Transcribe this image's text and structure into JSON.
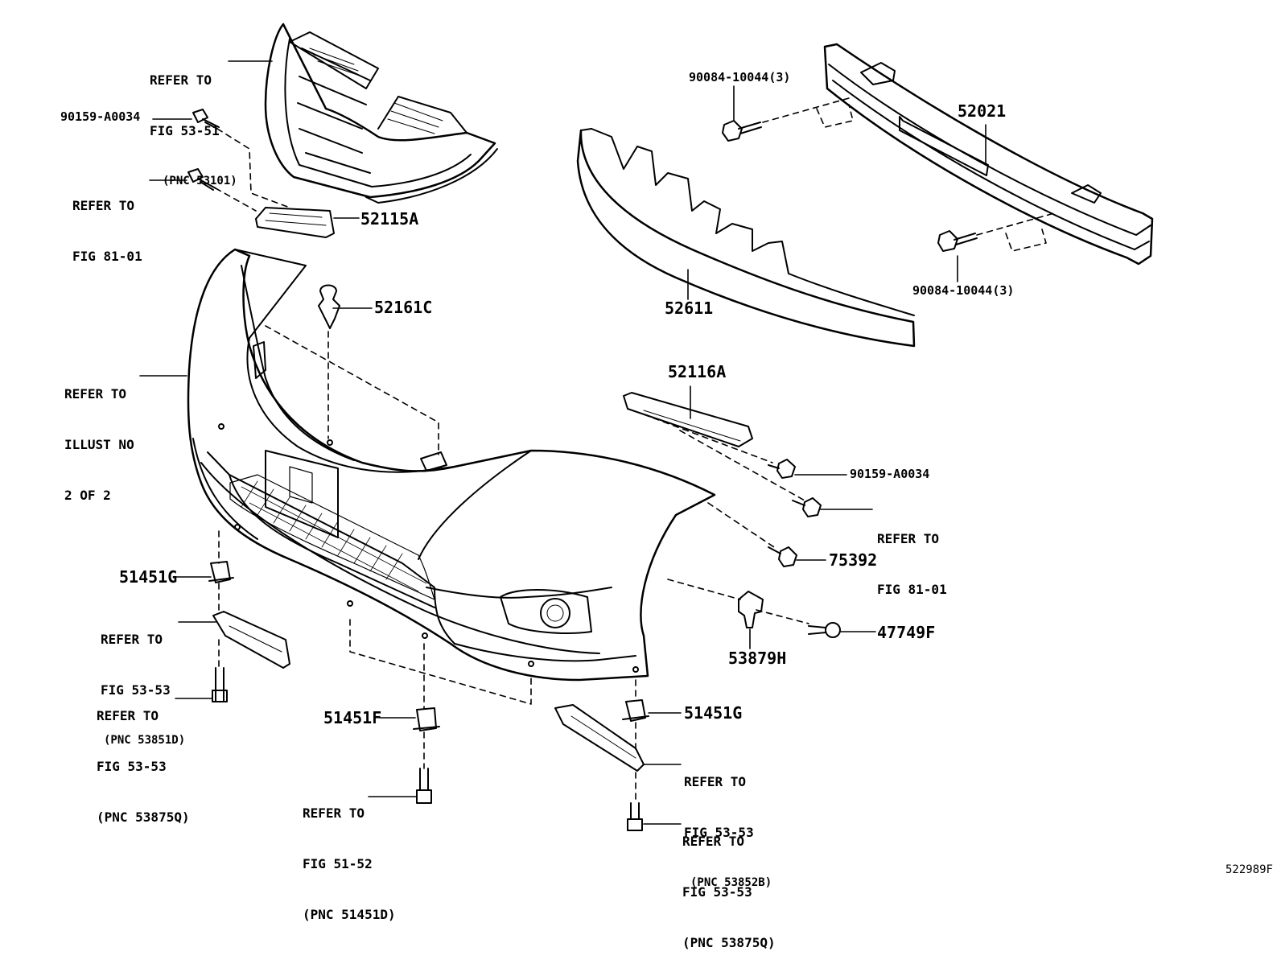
{
  "labels": {
    "grille_ref": [
      "REFER TO",
      "FIG 53-51",
      "(PNC 53101)"
    ],
    "screw_top_left": "90159-A0034",
    "ref_81_01_left": [
      "REFER TO",
      "FIG 81-01"
    ],
    "retainer_left": "52115A",
    "clip_52161c": "52161C",
    "illust_ref": [
      "REFER TO",
      "ILLUST NO",
      "2 OF 2"
    ],
    "bolt_upper": "90084-10044(3)",
    "reinforcement": "52021",
    "bolt_lower": "90084-10044(3)",
    "absorber": "52611",
    "retainer_right": "52116A",
    "screw_right": "90159-A0034",
    "ref_81_01_right": [
      "REFER TO",
      "FIG 81-01"
    ],
    "clip_75392": "75392",
    "nut_51451g_left": "51451G",
    "ref_53_53_left": [
      "REFER TO",
      "FIG 53-53",
      "(PNC 53851D)"
    ],
    "ref_53_53_bolt_left": [
      "REFER TO",
      "FIG 53-53",
      "(PNC 53875Q)"
    ],
    "bracket_53879h": "53879H",
    "grommet_47749f": "47749F",
    "nut_51451f": "51451F",
    "ref_51_52": [
      "REFER TO",
      "FIG 51-52",
      "(PNC 51451D)"
    ],
    "nut_51451g_right": "51451G",
    "ref_53_53_right": [
      "REFER TO",
      "FIG 53-53",
      "(PNC 53852B)"
    ],
    "ref_53_53_bolt_right": [
      "REFER TO",
      "FIG 53-53",
      "(PNC 53875Q)"
    ]
  },
  "page_code": "522989F"
}
